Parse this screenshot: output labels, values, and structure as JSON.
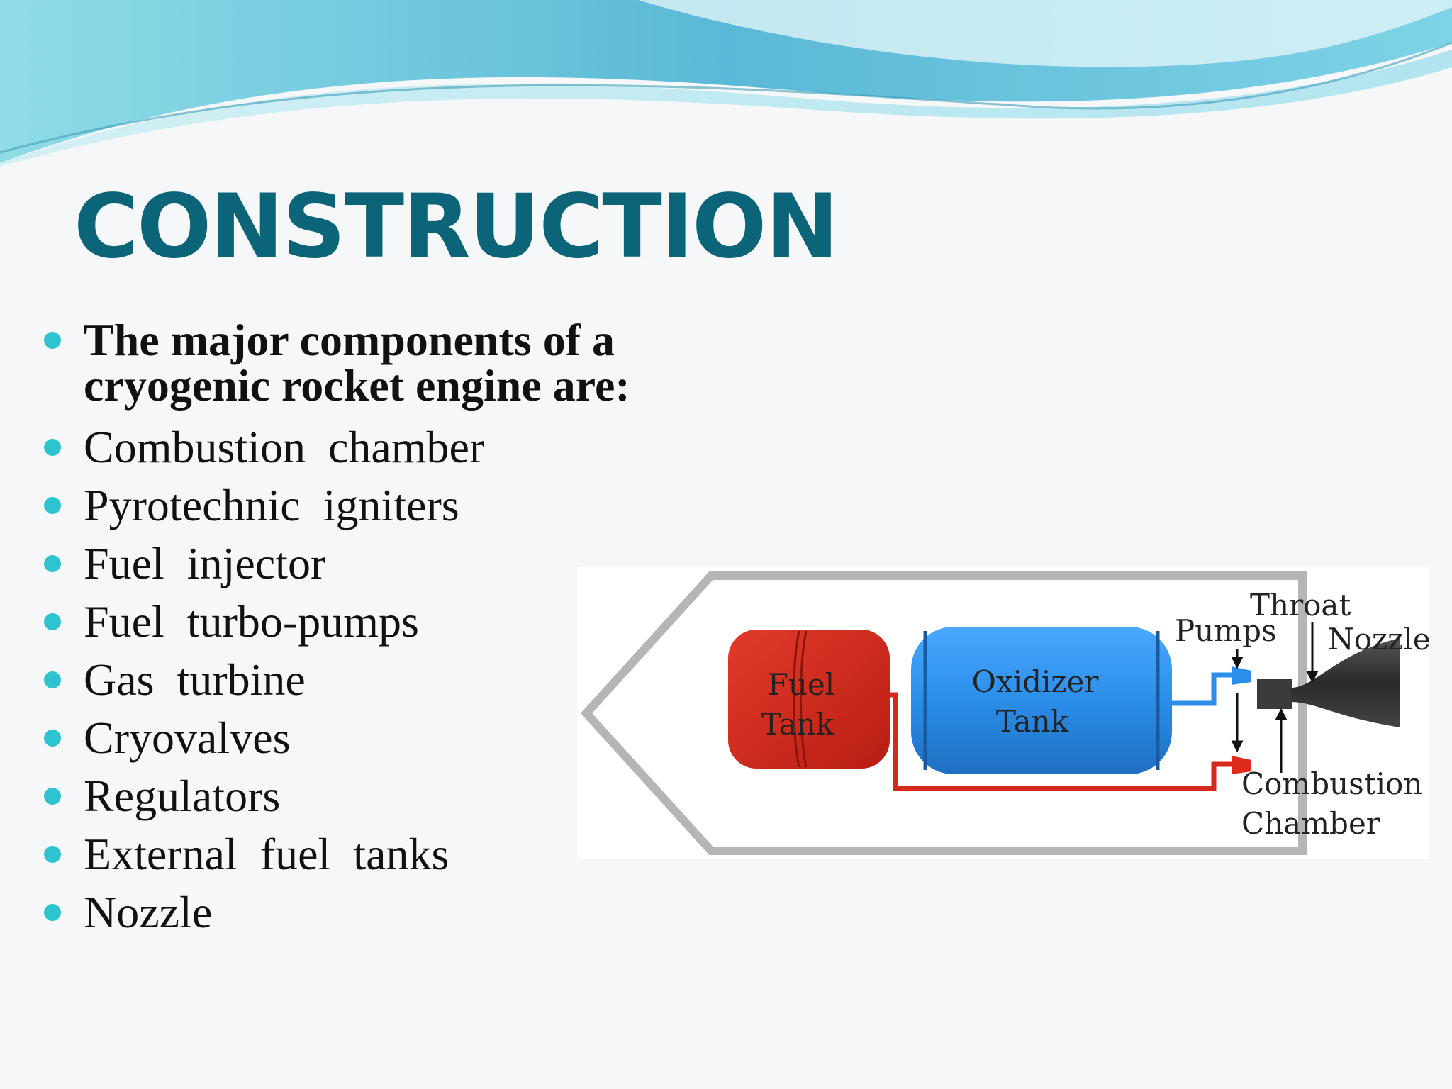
{
  "slide": {
    "title": "CONSTRUCTION",
    "intro": "The major components of a cryogenic rocket engine are:",
    "components": [
      "Combustion  chamber",
      "Pyrotechnic  igniters",
      "Fuel  injector",
      "Fuel  turbo-pumps",
      "Gas  turbine",
      "Cryovalves",
      "Regulators",
      "External  fuel  tanks",
      "Nozzle"
    ]
  },
  "diagram": {
    "fuel_tank": [
      "Fuel",
      "Tank"
    ],
    "oxidizer_tank": [
      "Oxidizer",
      "Tank"
    ],
    "pumps": "Pumps",
    "throat": "Throat",
    "nozzle": "Nozzle",
    "combustion_chamber": [
      "Combustion",
      "Chamber"
    ]
  },
  "colors": {
    "title": "#0c6479",
    "bullet": "#2ec4cf",
    "fuel": "#d42a1c",
    "oxidizer": "#2b8ee8",
    "hull": "#b5b5b5",
    "engine": "#3b3b3b"
  }
}
